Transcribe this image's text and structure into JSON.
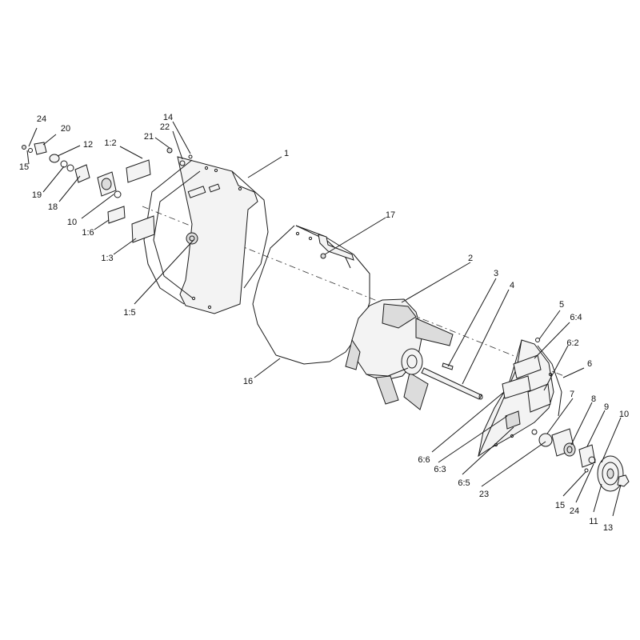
{
  "callouts": [
    {
      "id": "c24a",
      "label": "24"
    },
    {
      "id": "c20",
      "label": "20"
    },
    {
      "id": "c12a",
      "label": "12"
    },
    {
      "id": "c15a",
      "label": "15"
    },
    {
      "id": "c19",
      "label": "19"
    },
    {
      "id": "c18",
      "label": "18"
    },
    {
      "id": "c10a",
      "label": "10"
    },
    {
      "id": "c1_6",
      "label": "1:6"
    },
    {
      "id": "c1_3",
      "label": "1:3"
    },
    {
      "id": "c1_2",
      "label": "1:2"
    },
    {
      "id": "c21",
      "label": "21"
    },
    {
      "id": "c22",
      "label": "22"
    },
    {
      "id": "c14",
      "label": "14"
    },
    {
      "id": "c1",
      "label": "1"
    },
    {
      "id": "c17",
      "label": "17"
    },
    {
      "id": "c1_5",
      "label": "1:5"
    },
    {
      "id": "c16",
      "label": "16"
    },
    {
      "id": "c2",
      "label": "2"
    },
    {
      "id": "c3",
      "label": "3"
    },
    {
      "id": "c4",
      "label": "4"
    },
    {
      "id": "c5",
      "label": "5"
    },
    {
      "id": "c6_4",
      "label": "6:4"
    },
    {
      "id": "c6_2",
      "label": "6:2"
    },
    {
      "id": "c6",
      "label": "6"
    },
    {
      "id": "c7",
      "label": "7"
    },
    {
      "id": "c8",
      "label": "8"
    },
    {
      "id": "c9",
      "label": "9"
    },
    {
      "id": "c10b",
      "label": "10"
    },
    {
      "id": "c6_6",
      "label": "6:6"
    },
    {
      "id": "c6_3",
      "label": "6:3"
    },
    {
      "id": "c6_5",
      "label": "6:5"
    },
    {
      "id": "c23",
      "label": "23"
    },
    {
      "id": "c15b",
      "label": "15"
    },
    {
      "id": "c24b",
      "label": "24"
    },
    {
      "id": "c11",
      "label": "11"
    },
    {
      "id": "c13",
      "label": "13"
    }
  ]
}
